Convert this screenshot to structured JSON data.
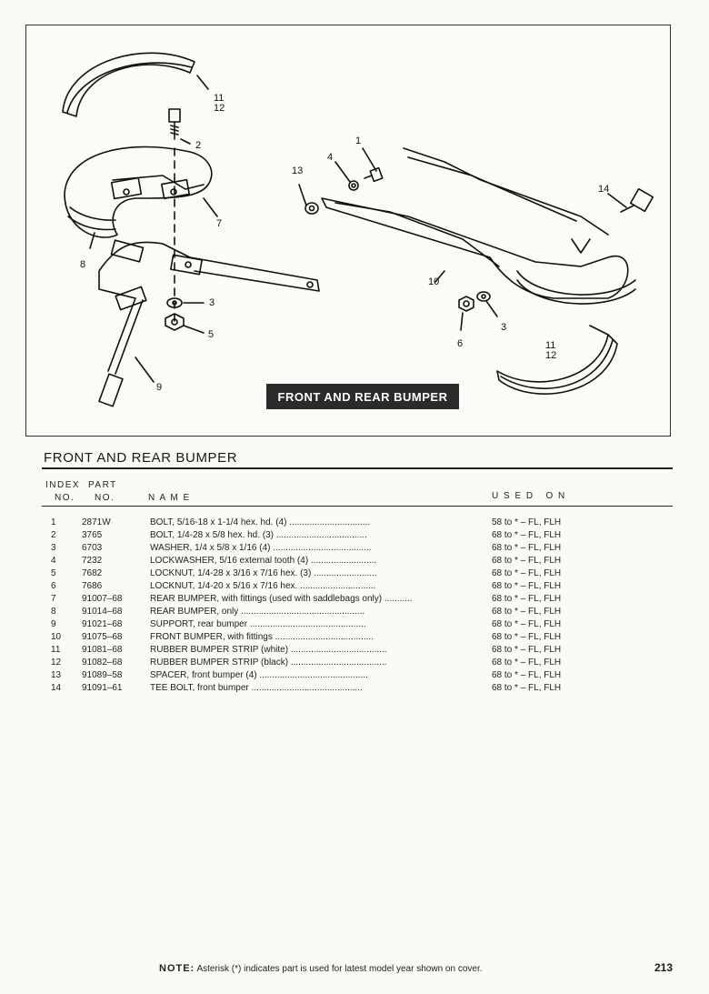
{
  "diagram": {
    "banner": "FRONT AND REAR BUMPER",
    "callouts": {
      "c11a": "11",
      "c12a": "12",
      "c2": "2",
      "c7": "7",
      "c8": "8",
      "c3a": "3",
      "c5": "5",
      "c9": "9",
      "c1": "1",
      "c4": "4",
      "c13": "13",
      "c14": "14",
      "c10": "10",
      "c6": "6",
      "c3b": "3",
      "c11b": "11",
      "c12b": "12"
    }
  },
  "section_title": "FRONT AND REAR BUMPER",
  "headers": {
    "index": "INDEX",
    "no1": "NO.",
    "part": "PART",
    "no2": "NO.",
    "name": "N A M E",
    "used_on": "U S E D   O N"
  },
  "parts": [
    {
      "index": "1",
      "part_no": "2871W",
      "name": "BOLT, 5/16-18 x 1-1/4 hex. hd. (4) ................................",
      "used_on": "58 to * – FL, FLH"
    },
    {
      "index": "2",
      "part_no": "3765",
      "name": "BOLT, 1/4-28 x 5/8 hex. hd. (3) ....................................",
      "used_on": "68 to * – FL, FLH"
    },
    {
      "index": "3",
      "part_no": "6703",
      "name": "WASHER, 1/4 x 5/8 x 1/16 (4) .......................................",
      "used_on": "68 to * – FL, FLH"
    },
    {
      "index": "4",
      "part_no": "7232",
      "name": "LOCKWASHER, 5/16 external tooth (4) ..........................",
      "used_on": "68 to * – FL, FLH"
    },
    {
      "index": "5",
      "part_no": "7682",
      "name": "LOCKNUT, 1/4-28 x 3/16 x 7/16 hex. (3) .........................",
      "used_on": "68 to * – FL, FLH"
    },
    {
      "index": "6",
      "part_no": "7686",
      "name": "LOCKNUT, 1/4-20 x 5/16 x 7/16 hex. ..............................",
      "used_on": "68 to * – FL, FLH"
    },
    {
      "index": "7",
      "part_no": "91007–68",
      "name": "REAR BUMPER, with fittings (used with saddlebags only) ...........",
      "used_on": "68 to * – FL, FLH"
    },
    {
      "index": "8",
      "part_no": "91014–68",
      "name": "REAR BUMPER, only .................................................",
      "used_on": "68 to * – FL, FLH"
    },
    {
      "index": "9",
      "part_no": "91021–68",
      "name": "SUPPORT, rear bumper ..............................................",
      "used_on": "68 to * – FL, FLH"
    },
    {
      "index": "10",
      "part_no": "91075–68",
      "name": "FRONT BUMPER, with fittings .......................................",
      "used_on": "68 to * – FL, FLH"
    },
    {
      "index": "11",
      "part_no": "91081–68",
      "name": "RUBBER BUMPER STRIP (white) ......................................",
      "used_on": "68 to * – FL, FLH"
    },
    {
      "index": "12",
      "part_no": "91082–68",
      "name": "RUBBER BUMPER STRIP (black) ......................................",
      "used_on": "68 to * – FL, FLH"
    },
    {
      "index": "13",
      "part_no": "91089–58",
      "name": "SPACER, front bumper (4) ...........................................",
      "used_on": "68 to * – FL, FLH"
    },
    {
      "index": "14",
      "part_no": "91091–61",
      "name": "TEE BOLT, front bumper ............................................",
      "used_on": "68 to * – FL, FLH"
    }
  ],
  "note": {
    "label": "NOTE:",
    "text": "Asterisk (*) indicates part is used for latest model year shown on cover."
  },
  "page_number": "213"
}
